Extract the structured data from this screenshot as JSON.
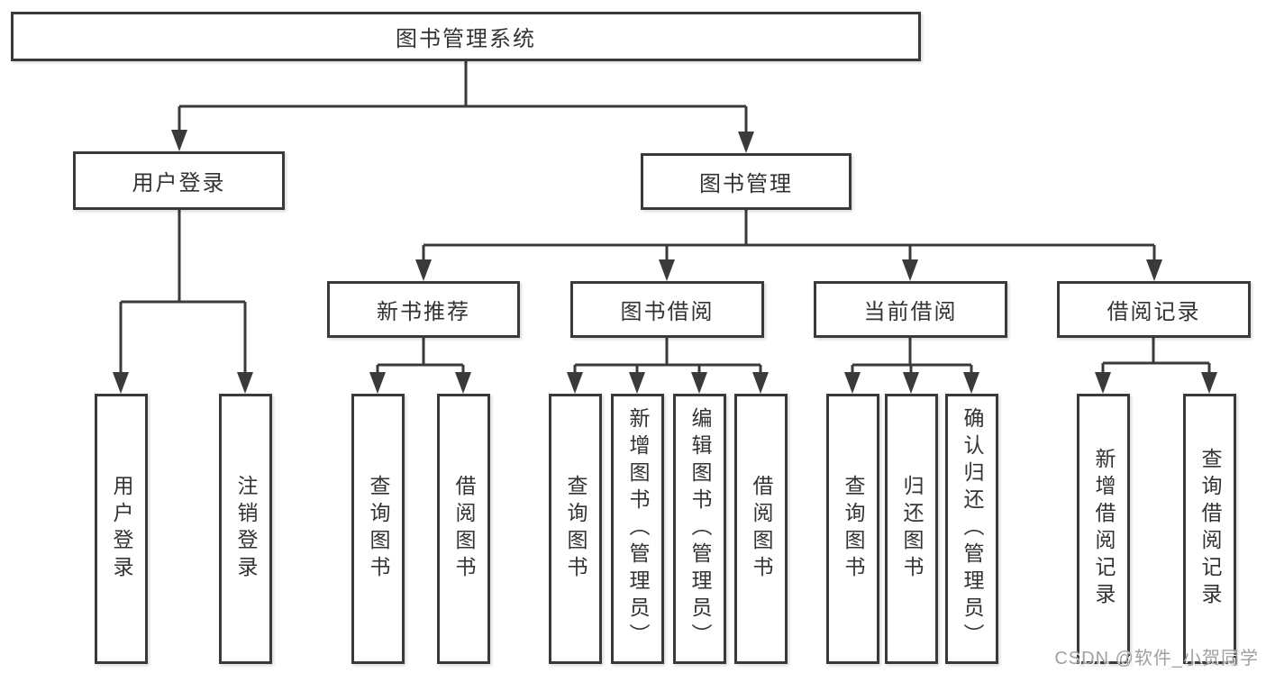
{
  "colors": {
    "line": "#3a3a3a",
    "text": "#333333",
    "background": "#ffffff",
    "watermark_gray": "#a0a0a0"
  },
  "watermark": {
    "text": "CSDN @软件_小贺同学"
  },
  "tree": {
    "root": {
      "label": "图书管理系统"
    },
    "user_login": {
      "label": "用户登录",
      "children": [
        {
          "label": "用户登录"
        },
        {
          "label": "注销登录"
        }
      ]
    },
    "book_mgmt": {
      "label": "图书管理",
      "groups": [
        {
          "label": "新书推荐",
          "children": [
            {
              "label": "查询图书"
            },
            {
              "label": "借阅图书"
            }
          ]
        },
        {
          "label": "图书借阅",
          "children": [
            {
              "label": "查询图书"
            },
            {
              "label": "新增图书（管理员）"
            },
            {
              "label": "编辑图书（管理员）"
            },
            {
              "label": "借阅图书"
            }
          ]
        },
        {
          "label": "当前借阅",
          "children": [
            {
              "label": "查询图书"
            },
            {
              "label": "归还图书"
            },
            {
              "label": "确认归还（管理员）"
            }
          ]
        },
        {
          "label": "借阅记录",
          "children": [
            {
              "label": "新增借阅记录"
            },
            {
              "label": "查询借阅记录"
            }
          ]
        }
      ]
    }
  }
}
